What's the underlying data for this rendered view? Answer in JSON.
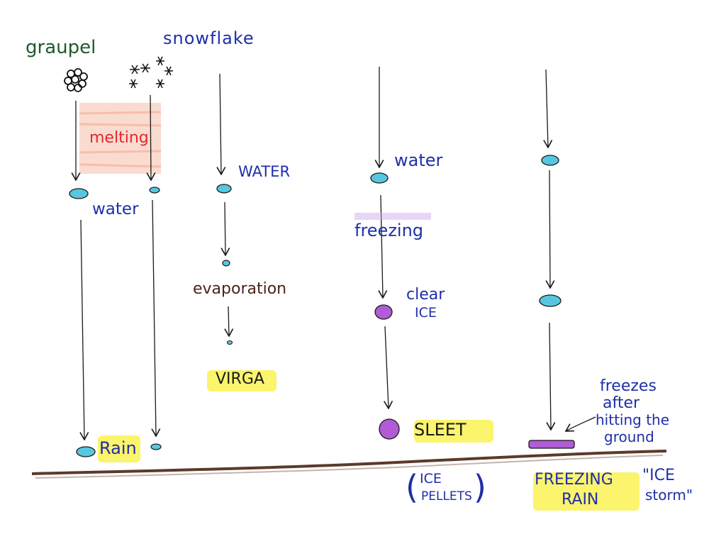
{
  "labels": {
    "graupel": "graupel",
    "snowflake": "snowflake",
    "melting": "melting",
    "water_1": "water",
    "water_2": "WATER",
    "water_3": "water",
    "evaporation": "evaporation",
    "virga": "VIRGA",
    "freezing": "freezing",
    "clear_ice_1": "clear",
    "clear_ice_2": "ICE",
    "rain": "Rain",
    "sleet": "SLEET",
    "ice_pellets_1": "ICE",
    "ice_pellets_2": "PELLETS",
    "freezes_1": "freezes",
    "freezes_2": "after",
    "freezes_3": "hitting the",
    "freezes_4": "ground",
    "freezing_rain_1": "FREEZING",
    "freezing_rain_2": "RAIN",
    "ice_storm_1": "\"ICE",
    "ice_storm_2": "storm\""
  },
  "colors": {
    "ink": "#1a1a1a",
    "water_drop": "#56c7e0",
    "ice": "#b15bd6",
    "ground": "#5c3a2a",
    "highlight": "#f8ee3c",
    "melting_shade": "#f4a58a",
    "label_blue": "#1f2fa8",
    "label_green": "#1e5a2a",
    "label_red": "#e8272a",
    "label_brown": "#4a2418"
  }
}
